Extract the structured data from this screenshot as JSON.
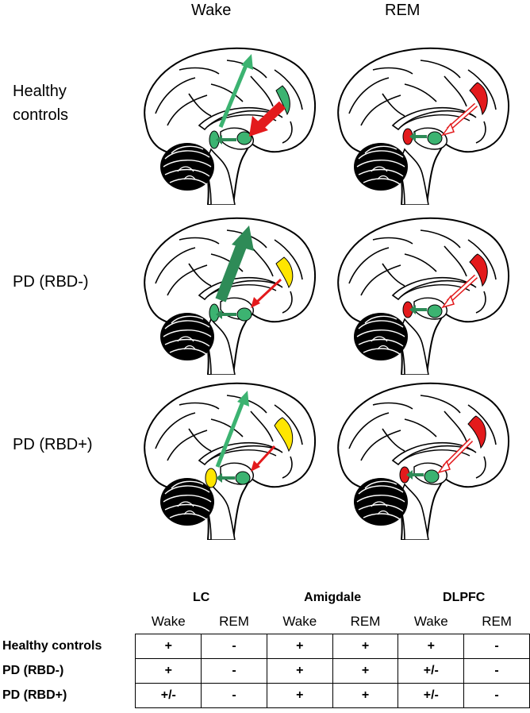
{
  "columns": {
    "wake": "Wake",
    "rem": "REM"
  },
  "rows": [
    {
      "label_lines": [
        "Healthy",
        "controls"
      ]
    },
    {
      "label_lines": [
        "PD (RBD-)"
      ]
    },
    {
      "label_lines": [
        "PD (RBD+)"
      ]
    }
  ],
  "colors": {
    "green_arrow": "#3cb371",
    "dark_green": "#2e8b57",
    "red": "#e31a1c",
    "yellow": "#ffe600",
    "outline_red": "#e31a1c"
  },
  "table": {
    "groups": [
      "LC",
      "Amigdale",
      "DLPFC"
    ],
    "subheaders": [
      "Wake",
      "REM",
      "Wake",
      "REM",
      "Wake",
      "REM"
    ],
    "rows": [
      {
        "label": "Healthy controls",
        "values": [
          "+",
          "-",
          "+",
          "+",
          "+",
          "-"
        ]
      },
      {
        "label": "PD (RBD-)",
        "values": [
          "+",
          "-",
          "+",
          "+",
          "+/-",
          "-"
        ]
      },
      {
        "label": "PD (RBD+)",
        "values": [
          "+/-",
          "-",
          "+",
          "+",
          "+/-",
          "-"
        ]
      }
    ]
  }
}
